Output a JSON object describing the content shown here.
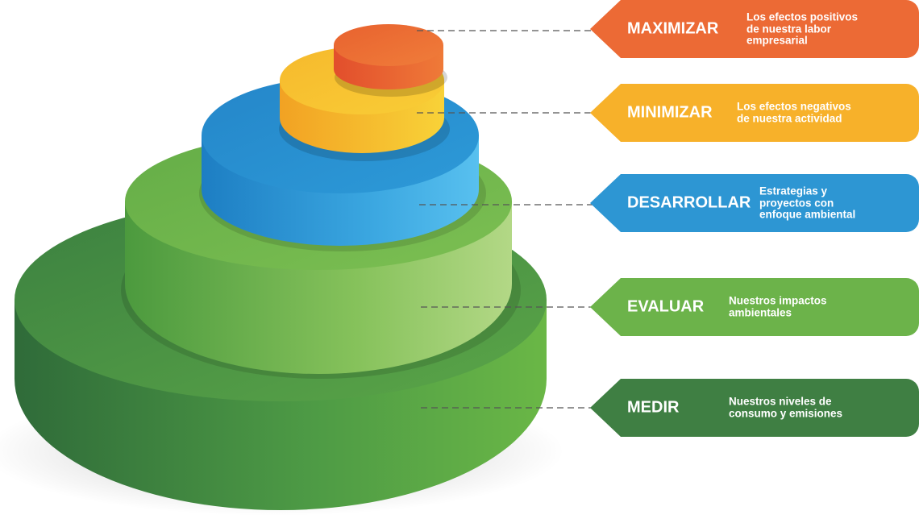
{
  "colors": {
    "medir": "#3f7f43",
    "evaluar": "#6cb34a",
    "desarrollar": "#2d96d3",
    "minimizar": "#f7b12a",
    "maximizar": "#ec6a35"
  },
  "levels": [
    {
      "key": "maximizar",
      "title": "MAXIMIZAR",
      "description": "Los efectos positivos\nde nuestra labor\nempresarial",
      "icon": "orange-disc"
    },
    {
      "key": "minimizar",
      "title": "MINIMIZAR",
      "description": "Los efectos negativos\nde nuestra actividad",
      "icon": "yellow-disc"
    },
    {
      "key": "desarrollar",
      "title": "DESARROLLAR",
      "description": "Estrategias y\nproyectos con\nenfoque ambiental",
      "icon": "blue-disc"
    },
    {
      "key": "evaluar",
      "title": "EVALUAR",
      "description": "Nuestros impactos\nambientales",
      "icon": "light-green-disc"
    },
    {
      "key": "medir",
      "title": "MEDIR",
      "description": "Nuestros niveles de\nconsumo y emisiones",
      "icon": "dark-green-disc"
    }
  ]
}
